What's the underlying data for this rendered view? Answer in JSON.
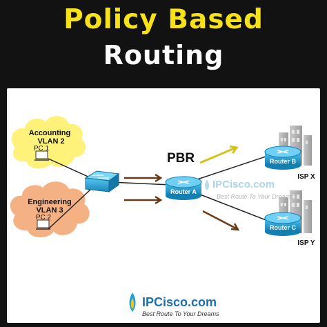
{
  "title": {
    "line1": "Policy Based",
    "line2": "Routing"
  },
  "diagram": {
    "accounting": {
      "name": "Accounting",
      "vlan": "VLAN 2",
      "pc": "PC 1"
    },
    "engineering": {
      "name": "Engineering",
      "vlan": "VLAN 3",
      "pc": "PC 2"
    },
    "pbr_label": "PBR",
    "router_a": "Router A",
    "router_b": "Router B",
    "router_c": "Router C",
    "isp_x": "ISP X",
    "isp_y": "ISP Y",
    "watermark": {
      "brand": "IPCisco.com",
      "slogan": "Best Route To Your Dreams"
    }
  },
  "footer": {
    "brand": "IPCisco.com",
    "slogan": "Best Route To Your Dreams"
  },
  "colors": {
    "title_yellow": "#f7e21a",
    "cloud_yellow": "#fff27a",
    "cloud_orange": "#f4b183",
    "router_blue": "#1ea3d6",
    "arrow_dark": "#6b3a12",
    "arrow_yellow": "#f3df28"
  }
}
